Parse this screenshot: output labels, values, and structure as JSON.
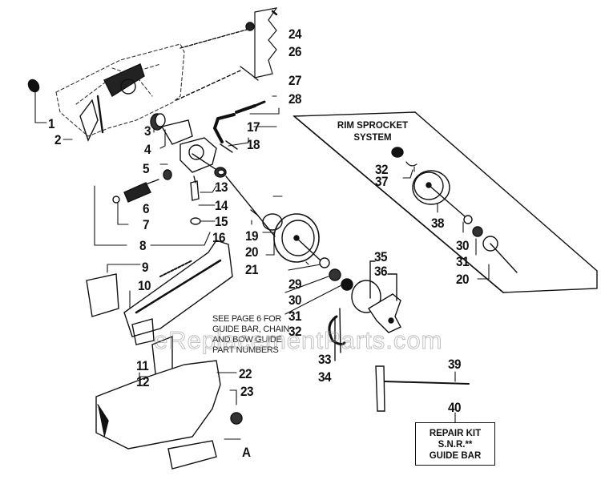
{
  "diagram": {
    "type": "exploded-parts-diagram",
    "watermark": "eReplacementParts.com",
    "inset_title": [
      "RIM SPROCKET",
      "SYSTEM"
    ],
    "note": [
      "SEE PAGE 6 FOR",
      "GUIDE BAR, CHAIN",
      "AND BOW GUIDE",
      "PART NUMBERS"
    ],
    "repair_kit": {
      "callout": "40",
      "lines": [
        "REPAIR KIT",
        "S.N.R.**",
        "GUIDE BAR"
      ]
    },
    "callouts": {
      "c1": "1",
      "c2": "2",
      "c3": "3",
      "c4": "4",
      "c5": "5",
      "c6": "6",
      "c7": "7",
      "c8": "8",
      "c9": "9",
      "c10": "10",
      "c11": "11",
      "c12": "12",
      "c13": "13",
      "c14": "14",
      "c15": "15",
      "c16": "16",
      "c17": "17",
      "c18": "18",
      "c19": "19",
      "c20": "20",
      "c21": "21",
      "c22": "22",
      "c23": "23",
      "c24": "24",
      "c26": "26",
      "c27": "27",
      "c28": "28",
      "c29": "29",
      "c30": "30",
      "c31": "31",
      "c32": "32",
      "c33": "33",
      "c34": "34",
      "c35": "35",
      "c36": "36",
      "c39": "39",
      "cA": "A",
      "rim32": "32",
      "rim37": "37",
      "rim38": "38",
      "rim30": "30",
      "rim31": "31",
      "rim20": "20"
    }
  }
}
